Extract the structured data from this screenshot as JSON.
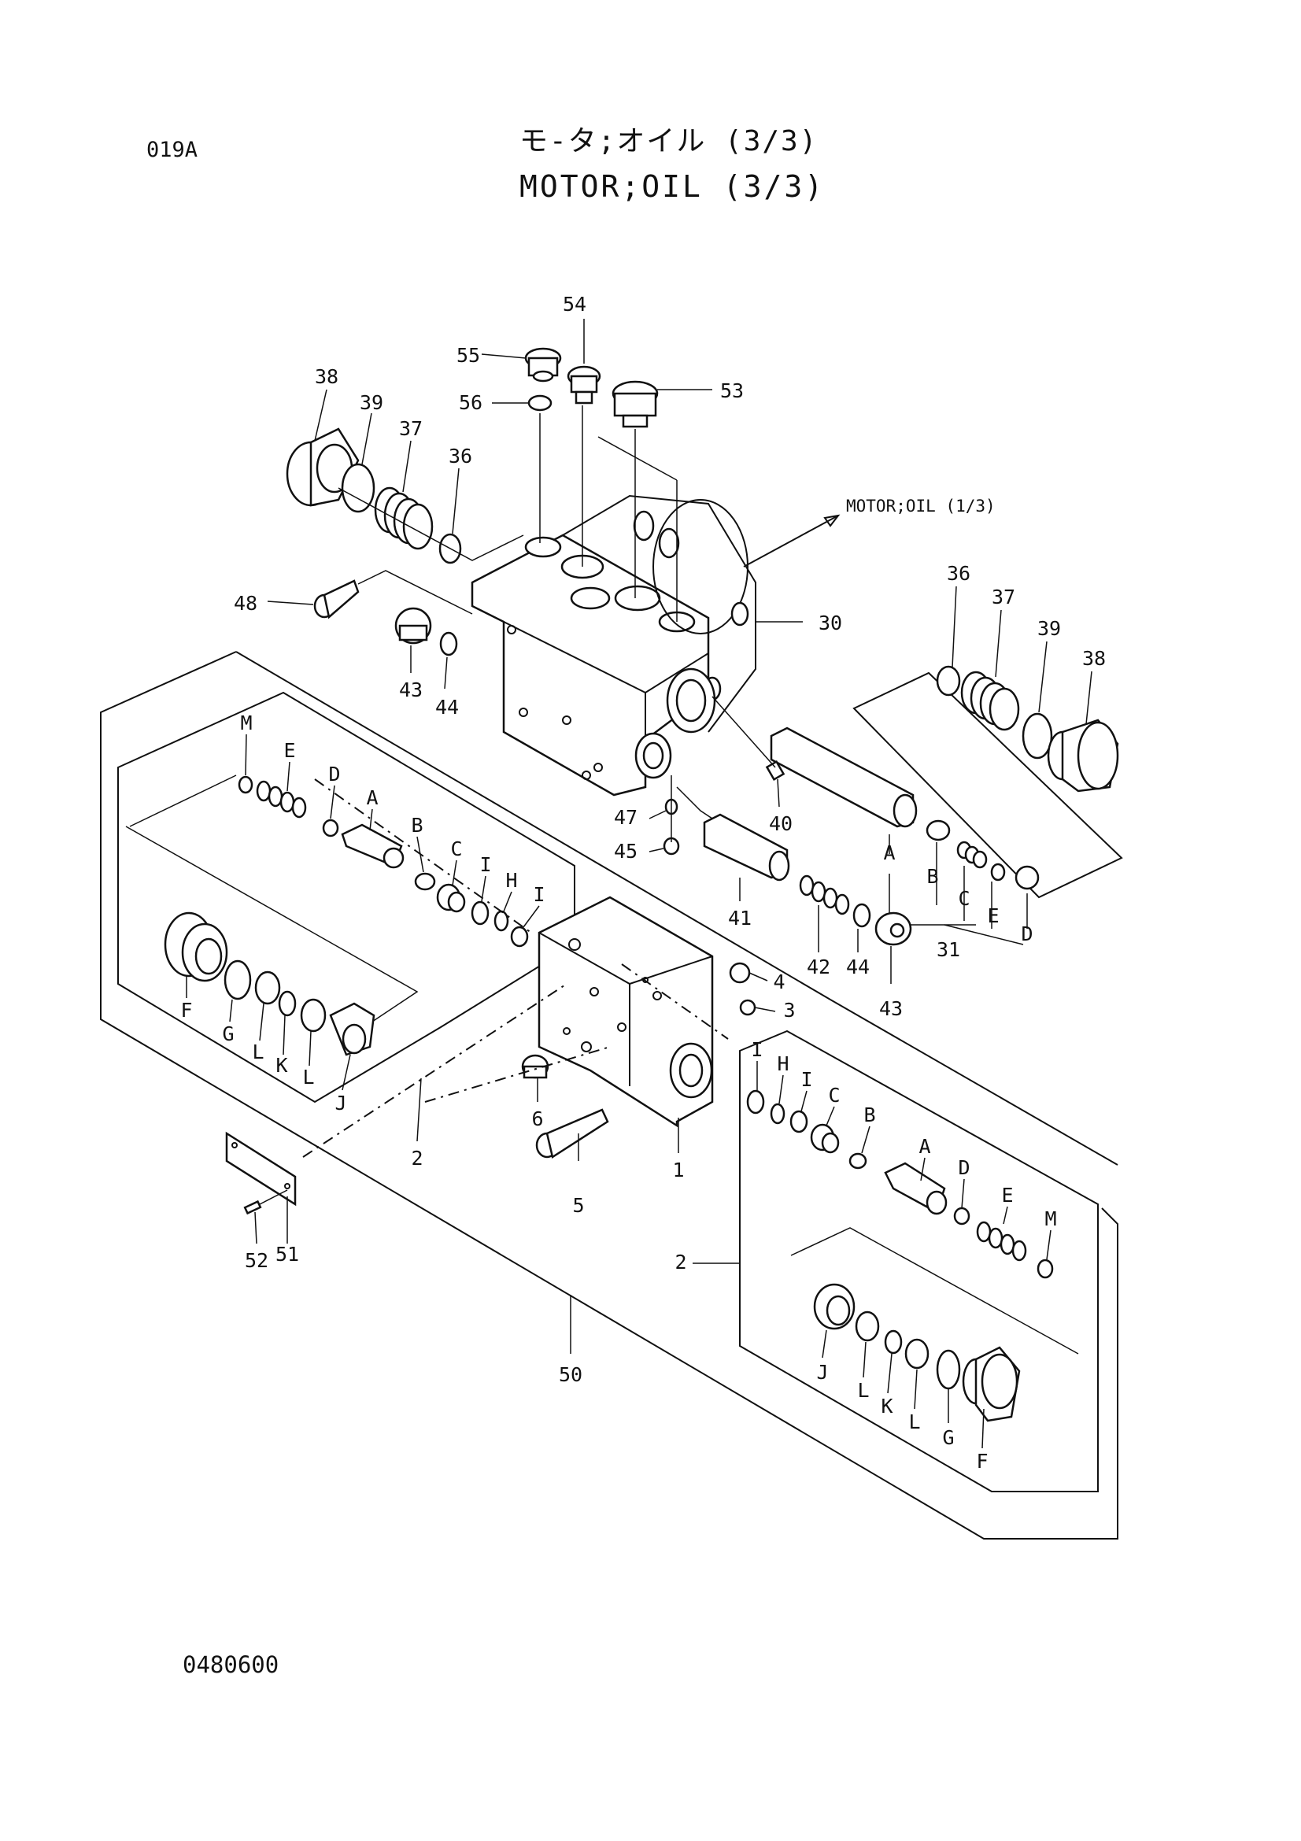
{
  "header": {
    "page_code": "019A",
    "title_jp": "モ-タ;オイル (3/3)",
    "title_en": "MOTOR;OIL (3/3)"
  },
  "footer": {
    "doc_number": "0480600"
  },
  "reference": {
    "text": "MOTOR;OIL (1/3)"
  },
  "callouts": {
    "n1": "1",
    "n2": "2",
    "n2b": "2",
    "n3": "3",
    "n4": "4",
    "n5": "5",
    "n6": "6",
    "n30": "30",
    "n31": "31",
    "n36a": "36",
    "n36b": "36",
    "n37a": "37",
    "n37b": "37",
    "n38a": "38",
    "n38b": "38",
    "n39a": "39",
    "n39b": "39",
    "n40": "40",
    "n41": "41",
    "n42": "42",
    "n43a": "43",
    "n43b": "43",
    "n44a": "44",
    "n44b": "44",
    "n45": "45",
    "n47": "47",
    "n48": "48",
    "n50": "50",
    "n51": "51",
    "n52": "52",
    "n53": "53",
    "n54": "54",
    "n55": "55",
    "n56": "56",
    "sA1": "A",
    "sB1": "B",
    "sC1": "C",
    "sD1": "D",
    "sE1": "E",
    "lM": "M",
    "lE": "E",
    "lD": "D",
    "lA": "A",
    "lB": "B",
    "lC": "C",
    "lI1": "I",
    "lH": "H",
    "lI2": "I",
    "lF": "F",
    "lG": "G",
    "lL1": "L",
    "lK": "K",
    "lL2": "L",
    "lJ": "J",
    "rI1": "I",
    "rH": "H",
    "rI2": "I",
    "rC": "C",
    "rB": "B",
    "rA": "A",
    "rD": "D",
    "rE": "E",
    "rM": "M",
    "rJ": "J",
    "rL1": "L",
    "rK": "K",
    "rL2": "L",
    "rG": "G",
    "rF": "F"
  }
}
